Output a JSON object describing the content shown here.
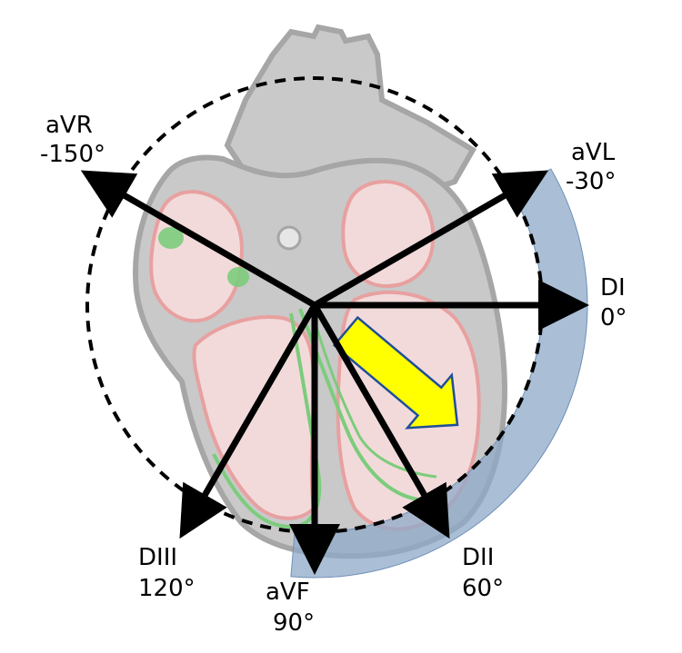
{
  "colors": {
    "background": "#ffffff",
    "heart_outline": "#a6a6a6",
    "heart_fill": "#c9c9c9",
    "chamber_fill": "#f2dada",
    "chamber_stroke": "#e8a0a0",
    "conduction": "#7ccc7c",
    "axis_arrow": "#000000",
    "normal_range_arc": "#8ea9c8",
    "mean_axis_arrow": "#ffff00",
    "mean_axis_outline": "#1f4e9a",
    "hexaxial_circle": "#000000"
  },
  "leads": [
    {
      "id": "avr",
      "name": "aVR",
      "angle": "-150°"
    },
    {
      "id": "avl",
      "name": "aVL",
      "angle": "-30°"
    },
    {
      "id": "di",
      "name": "DI",
      "angle": "0°"
    },
    {
      "id": "dii",
      "name": "DII",
      "angle": "60°"
    },
    {
      "id": "avf",
      "name": "aVF",
      "angle": "90°"
    },
    {
      "id": "diii",
      "name": "DIII",
      "angle": "120°"
    }
  ],
  "normal_axis_range": {
    "from_deg": -30,
    "to_deg": 90
  },
  "mean_axis_deg": 40
}
